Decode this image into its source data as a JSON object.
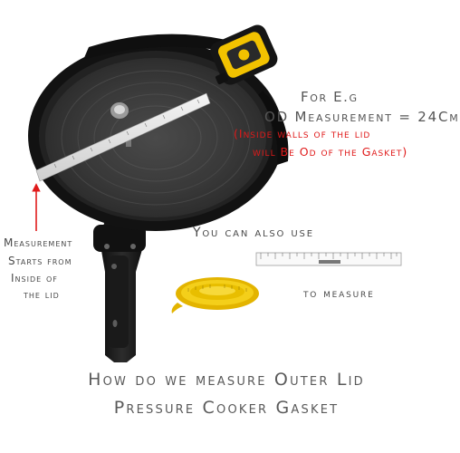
{
  "annotations": {
    "example_title": "For E.g",
    "od_measurement": "OD Measurement = 24Cm",
    "inside_walls_line1": "(Inside walls of the lid",
    "inside_walls_line2": "will Be Od of the Gasket)",
    "measurement_note": {
      "line1": "Measurement",
      "line2": "Starts from",
      "line3": "Inside of",
      "line4": "the lid"
    },
    "also_use": "You can also use",
    "to_measure": "to measure"
  },
  "caption": {
    "line1": "How do we measure Outer Lid",
    "line2": "Pressure Cooker Gasket"
  },
  "colors": {
    "annotation_text": "#4a4a4a",
    "highlight_text": "#e01a1a",
    "arrow": "#e01a1a",
    "lid_dark": "#1c1c1c",
    "lid_surface": "#3d3d3d",
    "tape_yellow": "#f2c200"
  },
  "icons": {
    "lid": "pressure-cooker-lid",
    "tape_measure": "tape-measure",
    "ruler": "ruler",
    "soft_tape": "soft-measuring-tape"
  }
}
